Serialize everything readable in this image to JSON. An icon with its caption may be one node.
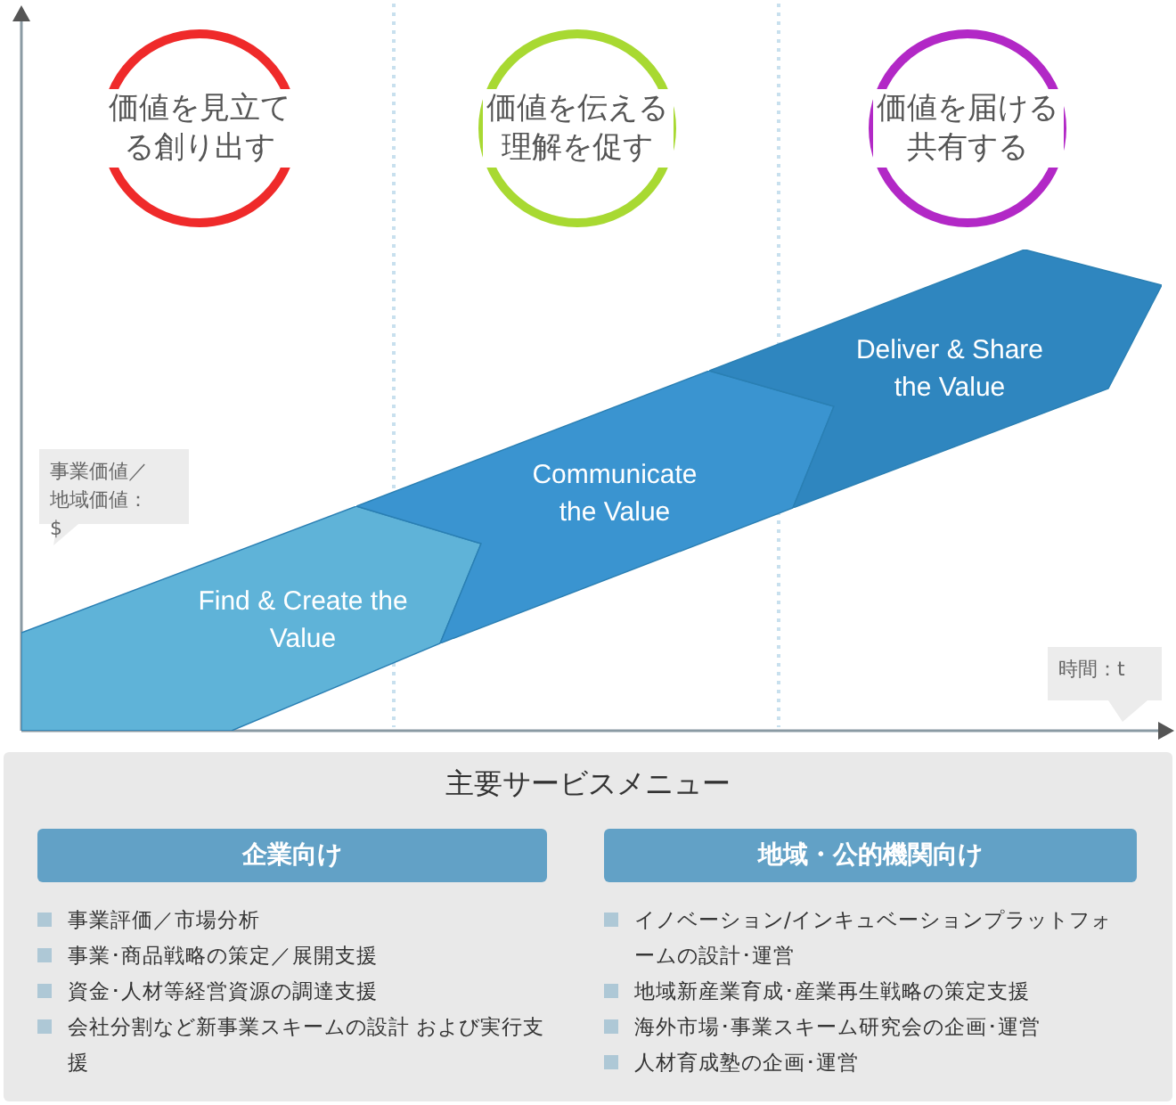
{
  "diagram": {
    "nodes": [
      {
        "text": [
          "価値を見立てる創り出す"
        ]
      },
      {
        "text": [
          "価値を伝える理解を促す"
        ]
      },
      {
        "text": [
          "価値を届ける共有する"
        ]
      },
      {
        "text": [
          "Find & Create the Value"
        ]
      },
      {
        "text": [
          "Communicate the Value"
        ]
      },
      {
        "text": [
          "Deliver & Share the Value"
        ]
      },
      {
        "text": [
          "事業価値／地域価値：$"
        ]
      },
      {
        "text": [
          "時間：t"
        ]
      },
      {
        "text": [
          "主要サービスメニュー"
        ]
      },
      {
        "text": [
          "企業向け"
        ],
        "in": 8
      },
      {
        "text": [
          "地域・公的機関向け"
        ],
        "in": 8
      }
    ],
    "edges": [],
    "labels": [
      "事業評価／市場分析",
      "事業･商品戦略の策定／展開支援",
      "資金･人材等経営資源の調達支援",
      "会社分割など新事業スキームの設計 および実行支援",
      "イノベーション/インキュベーションプラットフォームの設計･運営",
      "地域新産業育成･産業再生戦略の策定支援",
      "海外市場･事業スキーム研究会の企画･運営",
      "人材育成塾の企画･運営"
    ]
  }
}
